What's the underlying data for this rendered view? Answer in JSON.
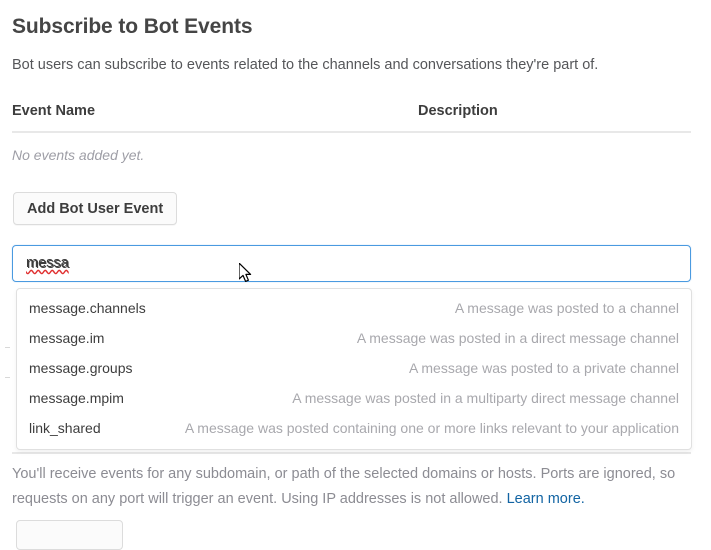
{
  "section": {
    "title": "Subscribe to Bot Events",
    "description": "Bot users can subscribe to events related to the channels and conversations they're part of."
  },
  "table": {
    "columns": [
      "Event Name",
      "Description"
    ],
    "empty_message": "No events added yet.",
    "rows": []
  },
  "actions": {
    "add_bot_user_event": "Add Bot User Event"
  },
  "search": {
    "value": "messa",
    "placeholder": "",
    "spellcheck_error": true
  },
  "dropdown": {
    "visible": true,
    "items": [
      {
        "name": "message.channels",
        "description": "A message was posted to a channel"
      },
      {
        "name": "message.im",
        "description": "A message was posted in a direct message channel"
      },
      {
        "name": "message.groups",
        "description": "A message was posted to a private channel"
      },
      {
        "name": "message.mpim",
        "description": "A message was posted in a multiparty direct message channel"
      },
      {
        "name": "link_shared",
        "description": "A message was posted containing one or more links relevant to your application"
      }
    ]
  },
  "help": {
    "text": "You'll receive events for any subdomain, or path of the selected domains or hosts. Ports are ignored, so requests on any port will trigger an event. Using IP addresses is not allowed. ",
    "link_label": "Learn more."
  },
  "colors": {
    "focus_border": "#4a9ae0",
    "link": "#1264a3",
    "muted_text": "#a8a8ad",
    "rule": "#e8e8e8"
  }
}
